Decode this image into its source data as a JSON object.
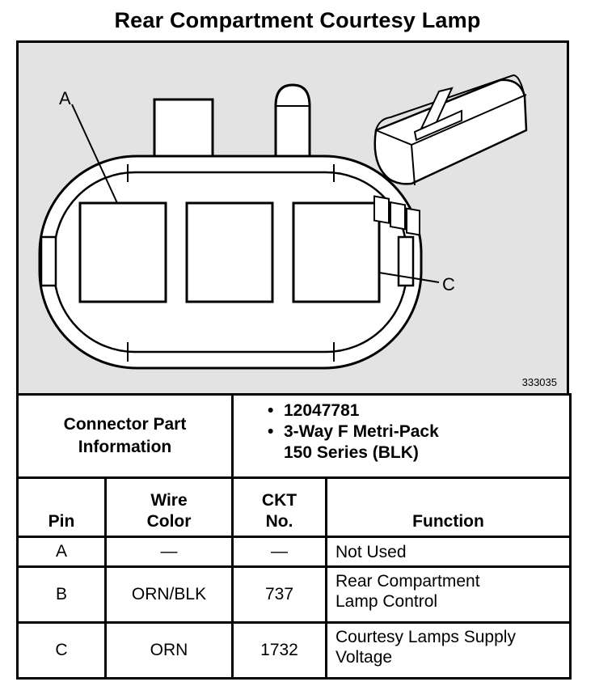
{
  "title": "Rear Compartment Courtesy Lamp",
  "diagram": {
    "pin_labels": [
      "A",
      "C"
    ],
    "figure_number": "333035",
    "background_color": "#e3e3e3"
  },
  "connector": {
    "label_line1": "Connector Part",
    "label_line2": "Information",
    "bullets": [
      [
        "12047781"
      ],
      [
        "3-Way F Metri-Pack",
        "150 Series (BLK)"
      ]
    ]
  },
  "table": {
    "headers": {
      "pin": "Pin",
      "wire_color": [
        "Wire",
        "Color"
      ],
      "ckt_no": [
        "CKT",
        "No."
      ],
      "function": "Function"
    },
    "rows": [
      {
        "pin": "A",
        "wire_color": "—",
        "ckt_no": "—",
        "function": [
          "Not Used"
        ]
      },
      {
        "pin": "B",
        "wire_color": "ORN/BLK",
        "ckt_no": "737",
        "function": [
          "Rear Compartment",
          "Lamp Control"
        ]
      },
      {
        "pin": "C",
        "wire_color": "ORN",
        "ckt_no": "1732",
        "function": [
          "Courtesy Lamps Supply",
          "Voltage"
        ]
      }
    ]
  }
}
